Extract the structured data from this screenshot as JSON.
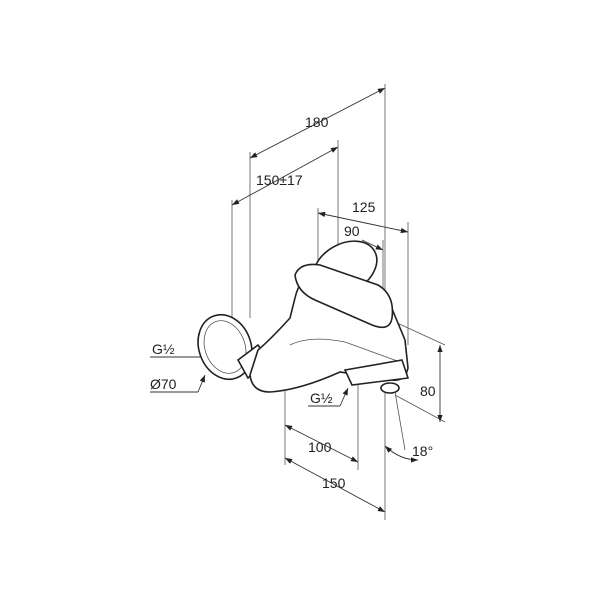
{
  "drawing": {
    "dimensions": {
      "overall_depth": "180",
      "wall_spacing": "150±17",
      "lever_depth": "125",
      "lever_offset": "90",
      "height": "80",
      "spout_width_100": "100",
      "spout_width_150": "150",
      "spout_angle": "18°"
    },
    "labels": {
      "inlet_thread": "G½",
      "rosette_diameter": "Ø70",
      "outlet_thread": "G½"
    }
  }
}
